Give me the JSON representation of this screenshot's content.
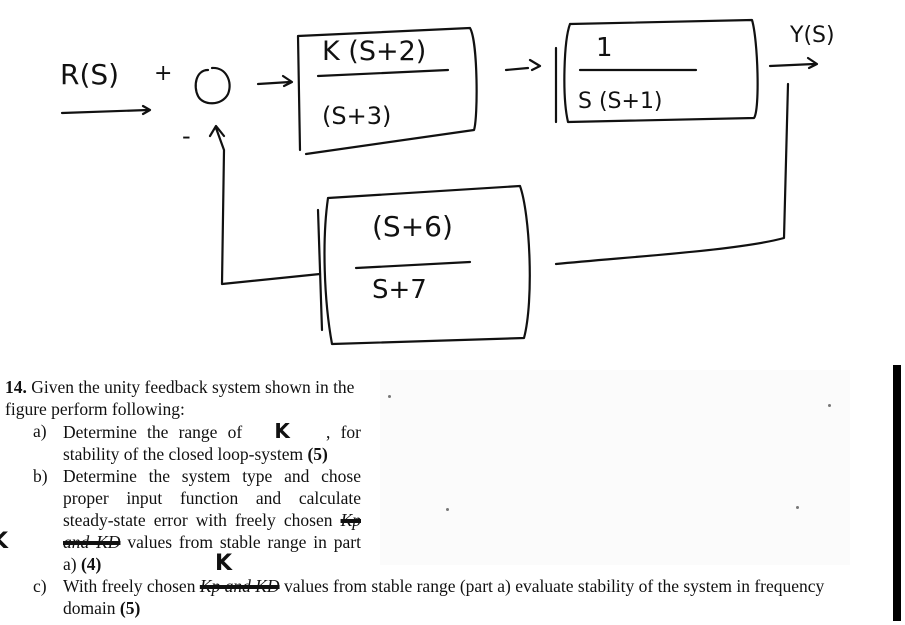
{
  "diagram": {
    "input_label": "R(S)",
    "sum_plus": "+",
    "sum_minus": "-",
    "output_label": "Y(S)",
    "block1": {
      "num": "K (S+2)",
      "den": "(S+3)"
    },
    "block2": {
      "num": "1",
      "den": "S (S+1)"
    },
    "feedback": {
      "num": "(S+6)",
      "den": "S+7"
    }
  },
  "question": {
    "number": "14.",
    "intro": "Given the unity feedback system shown in the figure perform following:",
    "a": {
      "label": "a)",
      "text_before": "Determine the range of",
      "handwritten": "K",
      "text_after": ", for stability of the closed loop-system",
      "marks": "(5)"
    },
    "b": {
      "label": "b)",
      "text1": "Determine the system type and chose proper input function and calculate steady-state error with freely chosen",
      "handwritten": "K",
      "struck": "Kp and KD",
      "text2": "values from stable range in part a)",
      "marks": "(4)"
    },
    "c": {
      "label": "c)",
      "text1": "With freely chosen",
      "handwritten": "K",
      "struck": "Kp and KD",
      "text2": "values from stable range (part a) evaluate stability of the system in frequency domain",
      "marks": "(5)"
    }
  }
}
